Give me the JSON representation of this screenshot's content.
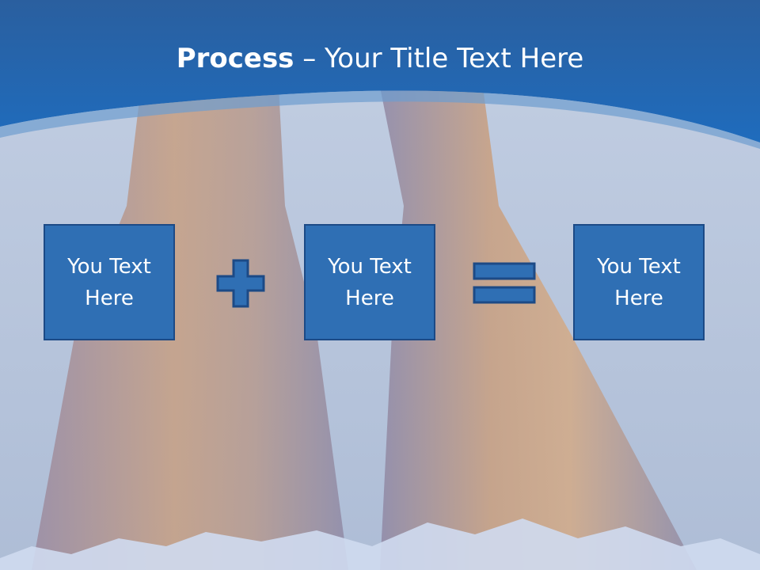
{
  "slide": {
    "title_bold": "Process",
    "title_rest": " – Your Title Text Here",
    "boxes": [
      {
        "text": "You Text Here"
      },
      {
        "text": "You Text Here"
      },
      {
        "text": "You Text Here"
      }
    ],
    "operators": [
      "plus-icon",
      "equals-icon"
    ]
  },
  "colors": {
    "header_blue": "#1f63ad",
    "box_fill": "#2f6fb4",
    "box_border": "#1c4a86",
    "background": "#b9c6dc"
  }
}
